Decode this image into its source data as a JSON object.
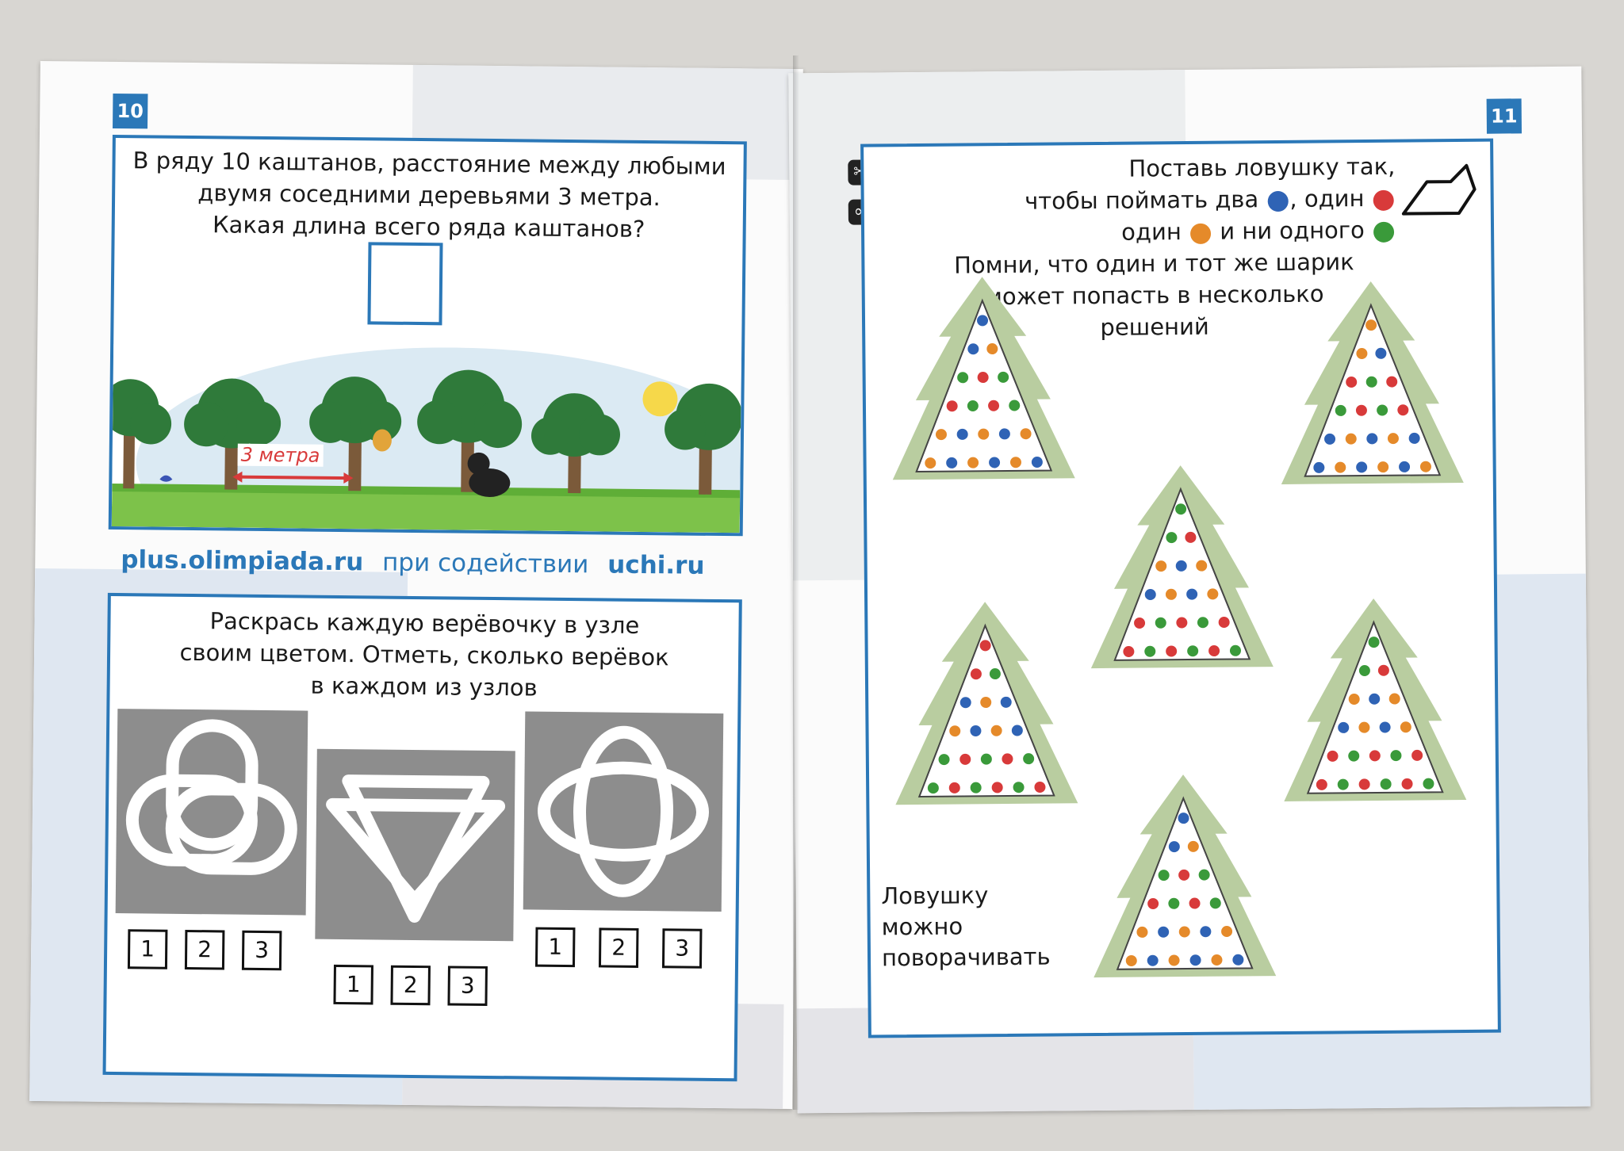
{
  "left_page": {
    "page_number": "10",
    "task1": {
      "lines": [
        "В ряду 10 каштанов, расстояние между любыми",
        "двумя соседними деревьями 3 метра.",
        "Какая длина всего ряда каштанов?"
      ],
      "distance_label": "3 метра"
    },
    "footer": {
      "site_left": "plus.olimpiada.ru",
      "middle": "при содействии",
      "site_right": "uchi.ru"
    },
    "task2": {
      "lines": [
        "Раскрась каждую верёвочку в узле",
        "своим цветом. Отметь, сколько верёвок",
        "в каждом из узлов"
      ],
      "options": [
        "1",
        "2",
        "3"
      ]
    }
  },
  "right_page": {
    "page_number": "11",
    "task": {
      "line1": "Поставь ловушку так,",
      "line2_a": "чтобы поймать два",
      "line2_b": ", один",
      "line3_a": "один",
      "line3_b": "и ни одного",
      "line4": "Помни, что один и тот же шарик",
      "line5": "может попасть в несколько",
      "line6": "решений"
    },
    "note": [
      "Ловушку",
      "можно",
      "поворачивать"
    ],
    "icons": [
      "scissors-icon",
      "chain-icon"
    ]
  },
  "colors": {
    "brand_blue": "#2b78b8",
    "tree_green": "#b9cda0",
    "ball_blue": "#2f63b5",
    "ball_red": "#d83a3a",
    "ball_orange": "#e58a2a",
    "ball_green": "#3a9a3a"
  }
}
